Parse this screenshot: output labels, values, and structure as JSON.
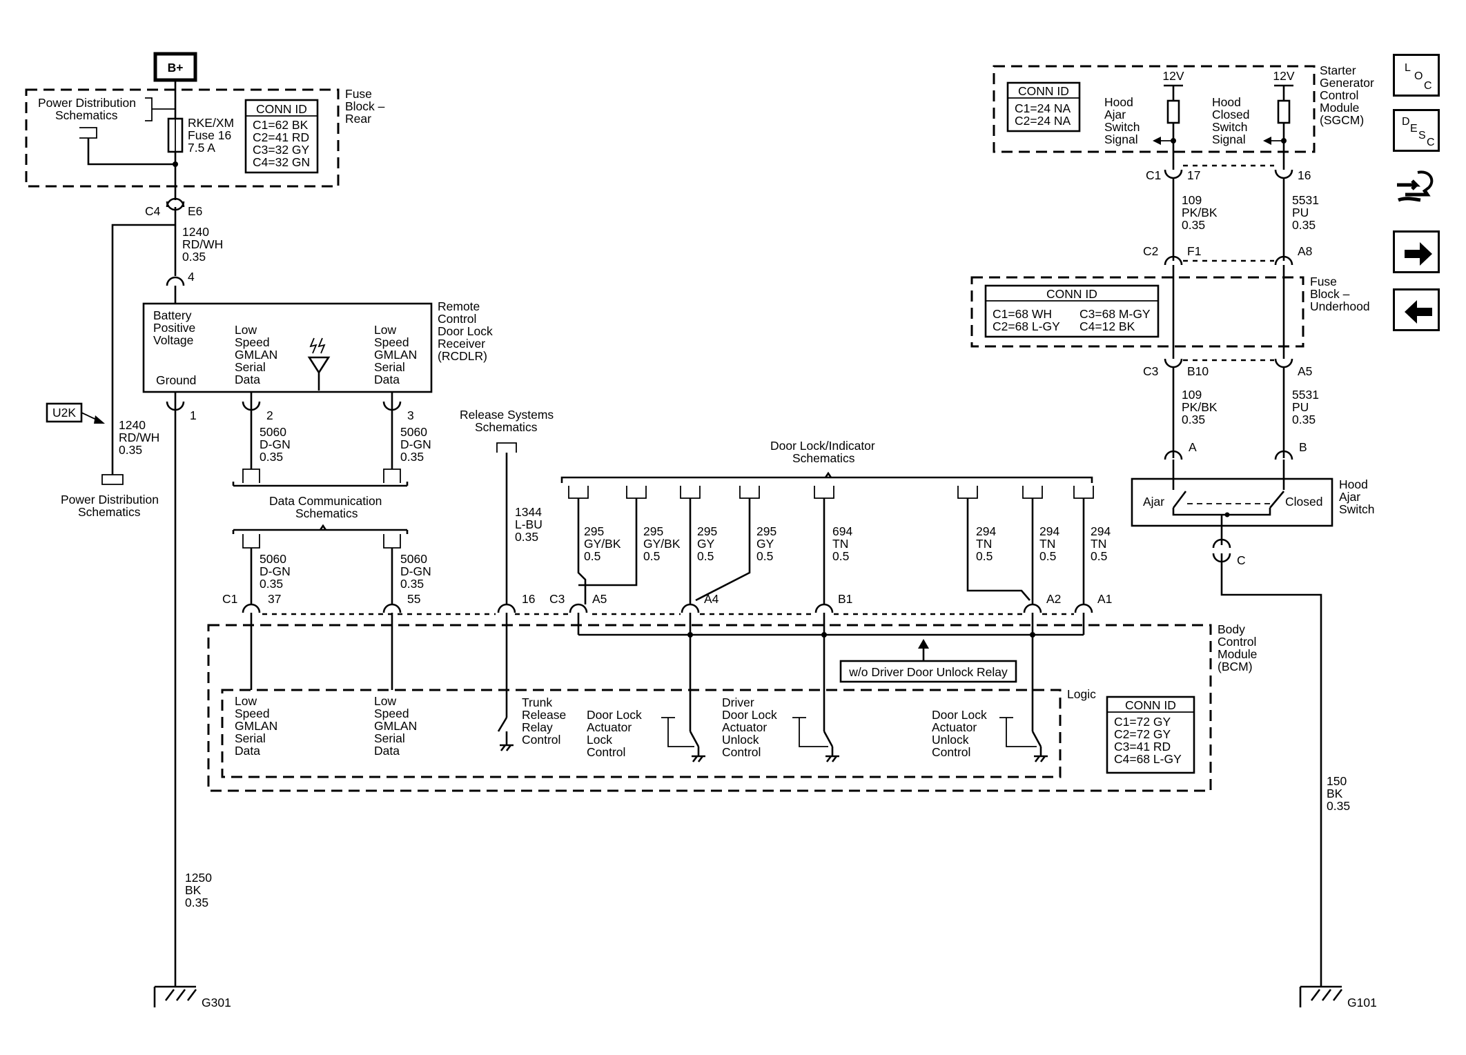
{
  "power": {
    "bplus": "B+"
  },
  "fuse_rear": {
    "title": [
      "Fuse",
      "Block –",
      "Rear"
    ],
    "pd_link": [
      "Power Distribution",
      "Schematics"
    ],
    "fuse": [
      "RKE/XM",
      "Fuse 16",
      "7.5 A"
    ],
    "conn_title": "CONN ID",
    "conn": [
      "C1=62 BK",
      "C2=41 RD",
      "C3=32 GY",
      "C4=32 GN"
    ],
    "out_conn": "C4",
    "out_pin": "E6"
  },
  "wires": {
    "w1240_top": [
      "1240",
      "RD/WH",
      "0.35"
    ],
    "w1240_left": [
      "1240",
      "RD/WH",
      "0.35"
    ],
    "w1250": [
      "1250",
      "BK",
      "0.35"
    ],
    "w5060_a": [
      "5060",
      "D-GN",
      "0.35"
    ],
    "w5060_b": [
      "5060",
      "D-GN",
      "0.35"
    ],
    "w5060_c": [
      "5060",
      "D-GN",
      "0.35"
    ],
    "w5060_d": [
      "5060",
      "D-GN",
      "0.35"
    ],
    "w1344": [
      "1344",
      "L-BU",
      "0.35"
    ],
    "w295_1": [
      "295",
      "GY/BK",
      "0.5"
    ],
    "w295_2": [
      "295",
      "GY/BK",
      "0.5"
    ],
    "w295_3": [
      "295",
      "GY",
      "0.5"
    ],
    "w295_4": [
      "295",
      "GY",
      "0.5"
    ],
    "w694": [
      "694",
      "TN",
      "0.5"
    ],
    "w294_1": [
      "294",
      "TN",
      "0.5"
    ],
    "w294_2": [
      "294",
      "TN",
      "0.5"
    ],
    "w294_3": [
      "294",
      "TN",
      "0.5"
    ],
    "w109_a": [
      "109",
      "PK/BK",
      "0.35"
    ],
    "w5531_a": [
      "5531",
      "PU",
      "0.35"
    ],
    "w109_b": [
      "109",
      "PK/BK",
      "0.35"
    ],
    "w5531_b": [
      "5531",
      "PU",
      "0.35"
    ],
    "w150": [
      "150",
      "BK",
      "0.35"
    ]
  },
  "rcdlr": {
    "title": [
      "Remote",
      "Control",
      "Door Lock",
      "Receiver",
      "(RCDLR)"
    ],
    "batt": [
      "Battery",
      "Positive",
      "Voltage"
    ],
    "ground": "Ground",
    "lsg1": [
      "Low",
      "Speed",
      "GMLAN",
      "Serial",
      "Data"
    ],
    "lsg2": [
      "Low",
      "Speed",
      "GMLAN",
      "Serial",
      "Data"
    ],
    "pin_batt": "4",
    "pin_gnd": "1",
    "pin_lsg1": "2",
    "pin_lsg2": "3"
  },
  "links": {
    "u2k": "U2K",
    "pd_bottom": [
      "Power Distribution",
      "Schematics"
    ],
    "datacomm": [
      "Data Communication",
      "Schematics"
    ],
    "release": [
      "Release Systems",
      "Schematics"
    ],
    "doorlock": [
      "Door Lock/Indicator",
      "Schematics"
    ]
  },
  "bcm": {
    "title": [
      "Body",
      "Control",
      "Module",
      "(BCM)"
    ],
    "logic": "Logic",
    "relay_note": "w/o Driver Door Unlock Relay",
    "conn_c1": "C1",
    "conn_c3": "C3",
    "pins": {
      "p37": "37",
      "p55": "55",
      "p16": "16",
      "A5": "A5",
      "A4": "A4",
      "B1": "B1",
      "A2": "A2",
      "A1": "A1"
    },
    "conn_title": "CONN ID",
    "conn": [
      "C1=72 GY",
      "C2=72 GY",
      "C3=41 RD",
      "C4=68 L-GY"
    ],
    "lsg1": [
      "Low",
      "Speed",
      "GMLAN",
      "Serial",
      "Data"
    ],
    "lsg2": [
      "Low",
      "Speed",
      "GMLAN",
      "Serial",
      "Data"
    ],
    "trunk": [
      "Trunk",
      "Release",
      "Relay",
      "Control"
    ],
    "lock": [
      "Door Lock",
      "Actuator",
      "Lock",
      "Control"
    ],
    "driver": [
      "Driver",
      "Door Lock",
      "Actuator",
      "Unlock",
      "Control"
    ],
    "unlock": [
      "Door Lock",
      "Actuator",
      "Unlock",
      "Control"
    ]
  },
  "sgcm": {
    "title": [
      "Starter",
      "Generator",
      "Control",
      "Module",
      "(SGCM)"
    ],
    "conn_title": "CONN ID",
    "conn": [
      "C1=24 NA",
      "C2=24 NA"
    ],
    "v1": "12V",
    "v2": "12V",
    "sig1": [
      "Hood",
      "Ajar",
      "Switch",
      "Signal"
    ],
    "sig2": [
      "Hood",
      "Closed",
      "Switch",
      "Signal"
    ],
    "c1": "C1",
    "p17": "17",
    "p16": "16"
  },
  "fuse_hood": {
    "title": [
      "Fuse",
      "Block –",
      "Underhood"
    ],
    "conn_title": "CONN ID",
    "conn": [
      "C1=68 WH",
      "C3=68 M-GY",
      "C2=68 L-GY",
      "C4=12 BK"
    ],
    "c2": "C2",
    "F1": "F1",
    "A8": "A8",
    "c3": "C3",
    "B10": "B10",
    "A5": "A5"
  },
  "hood_switch": {
    "title": [
      "Hood",
      "Ajar",
      "Switch"
    ],
    "ajar": "Ajar",
    "closed": "Closed",
    "pA": "A",
    "pB": "B",
    "pC": "C"
  },
  "grounds": {
    "g301": "G301",
    "g101": "G101"
  },
  "nav": {
    "loc": [
      "L",
      "O",
      "C"
    ],
    "desc": [
      "D",
      "E",
      "S",
      "C"
    ]
  }
}
